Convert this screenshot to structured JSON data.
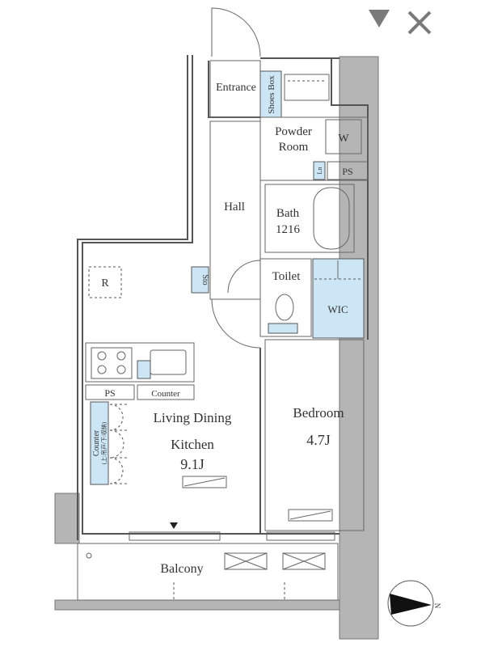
{
  "controls": {
    "dropdown_icon": "triangle-down",
    "close_icon": "x"
  },
  "rooms": {
    "entrance": "Entrance",
    "shoes_box": "Shoes Box",
    "powder_room_1": "Powder",
    "powder_room_2": "Room",
    "washer": "W",
    "linen": "Ln",
    "ps_top": "PS",
    "hall": "Hall",
    "bath": "Bath",
    "bath_size": "1216",
    "storage": "Sto",
    "toilet": "Toilet",
    "wic": "WIC",
    "refrigerator": "R",
    "ps_kitchen": "PS",
    "counter": "Counter",
    "counter_side": "Counter",
    "counter_side_note": "(上:吊戸/下:収納)",
    "ldk_1": "Living Dining",
    "ldk_2": "Kitchen",
    "ldk_size": "9.1J",
    "bedroom": "Bedroom",
    "bedroom_size": "4.7J",
    "balcony": "Balcony",
    "north": "N"
  },
  "colors": {
    "wall": "#555555",
    "fixture_blue": "#cde6f5",
    "pillar": "#b5b5b5"
  }
}
